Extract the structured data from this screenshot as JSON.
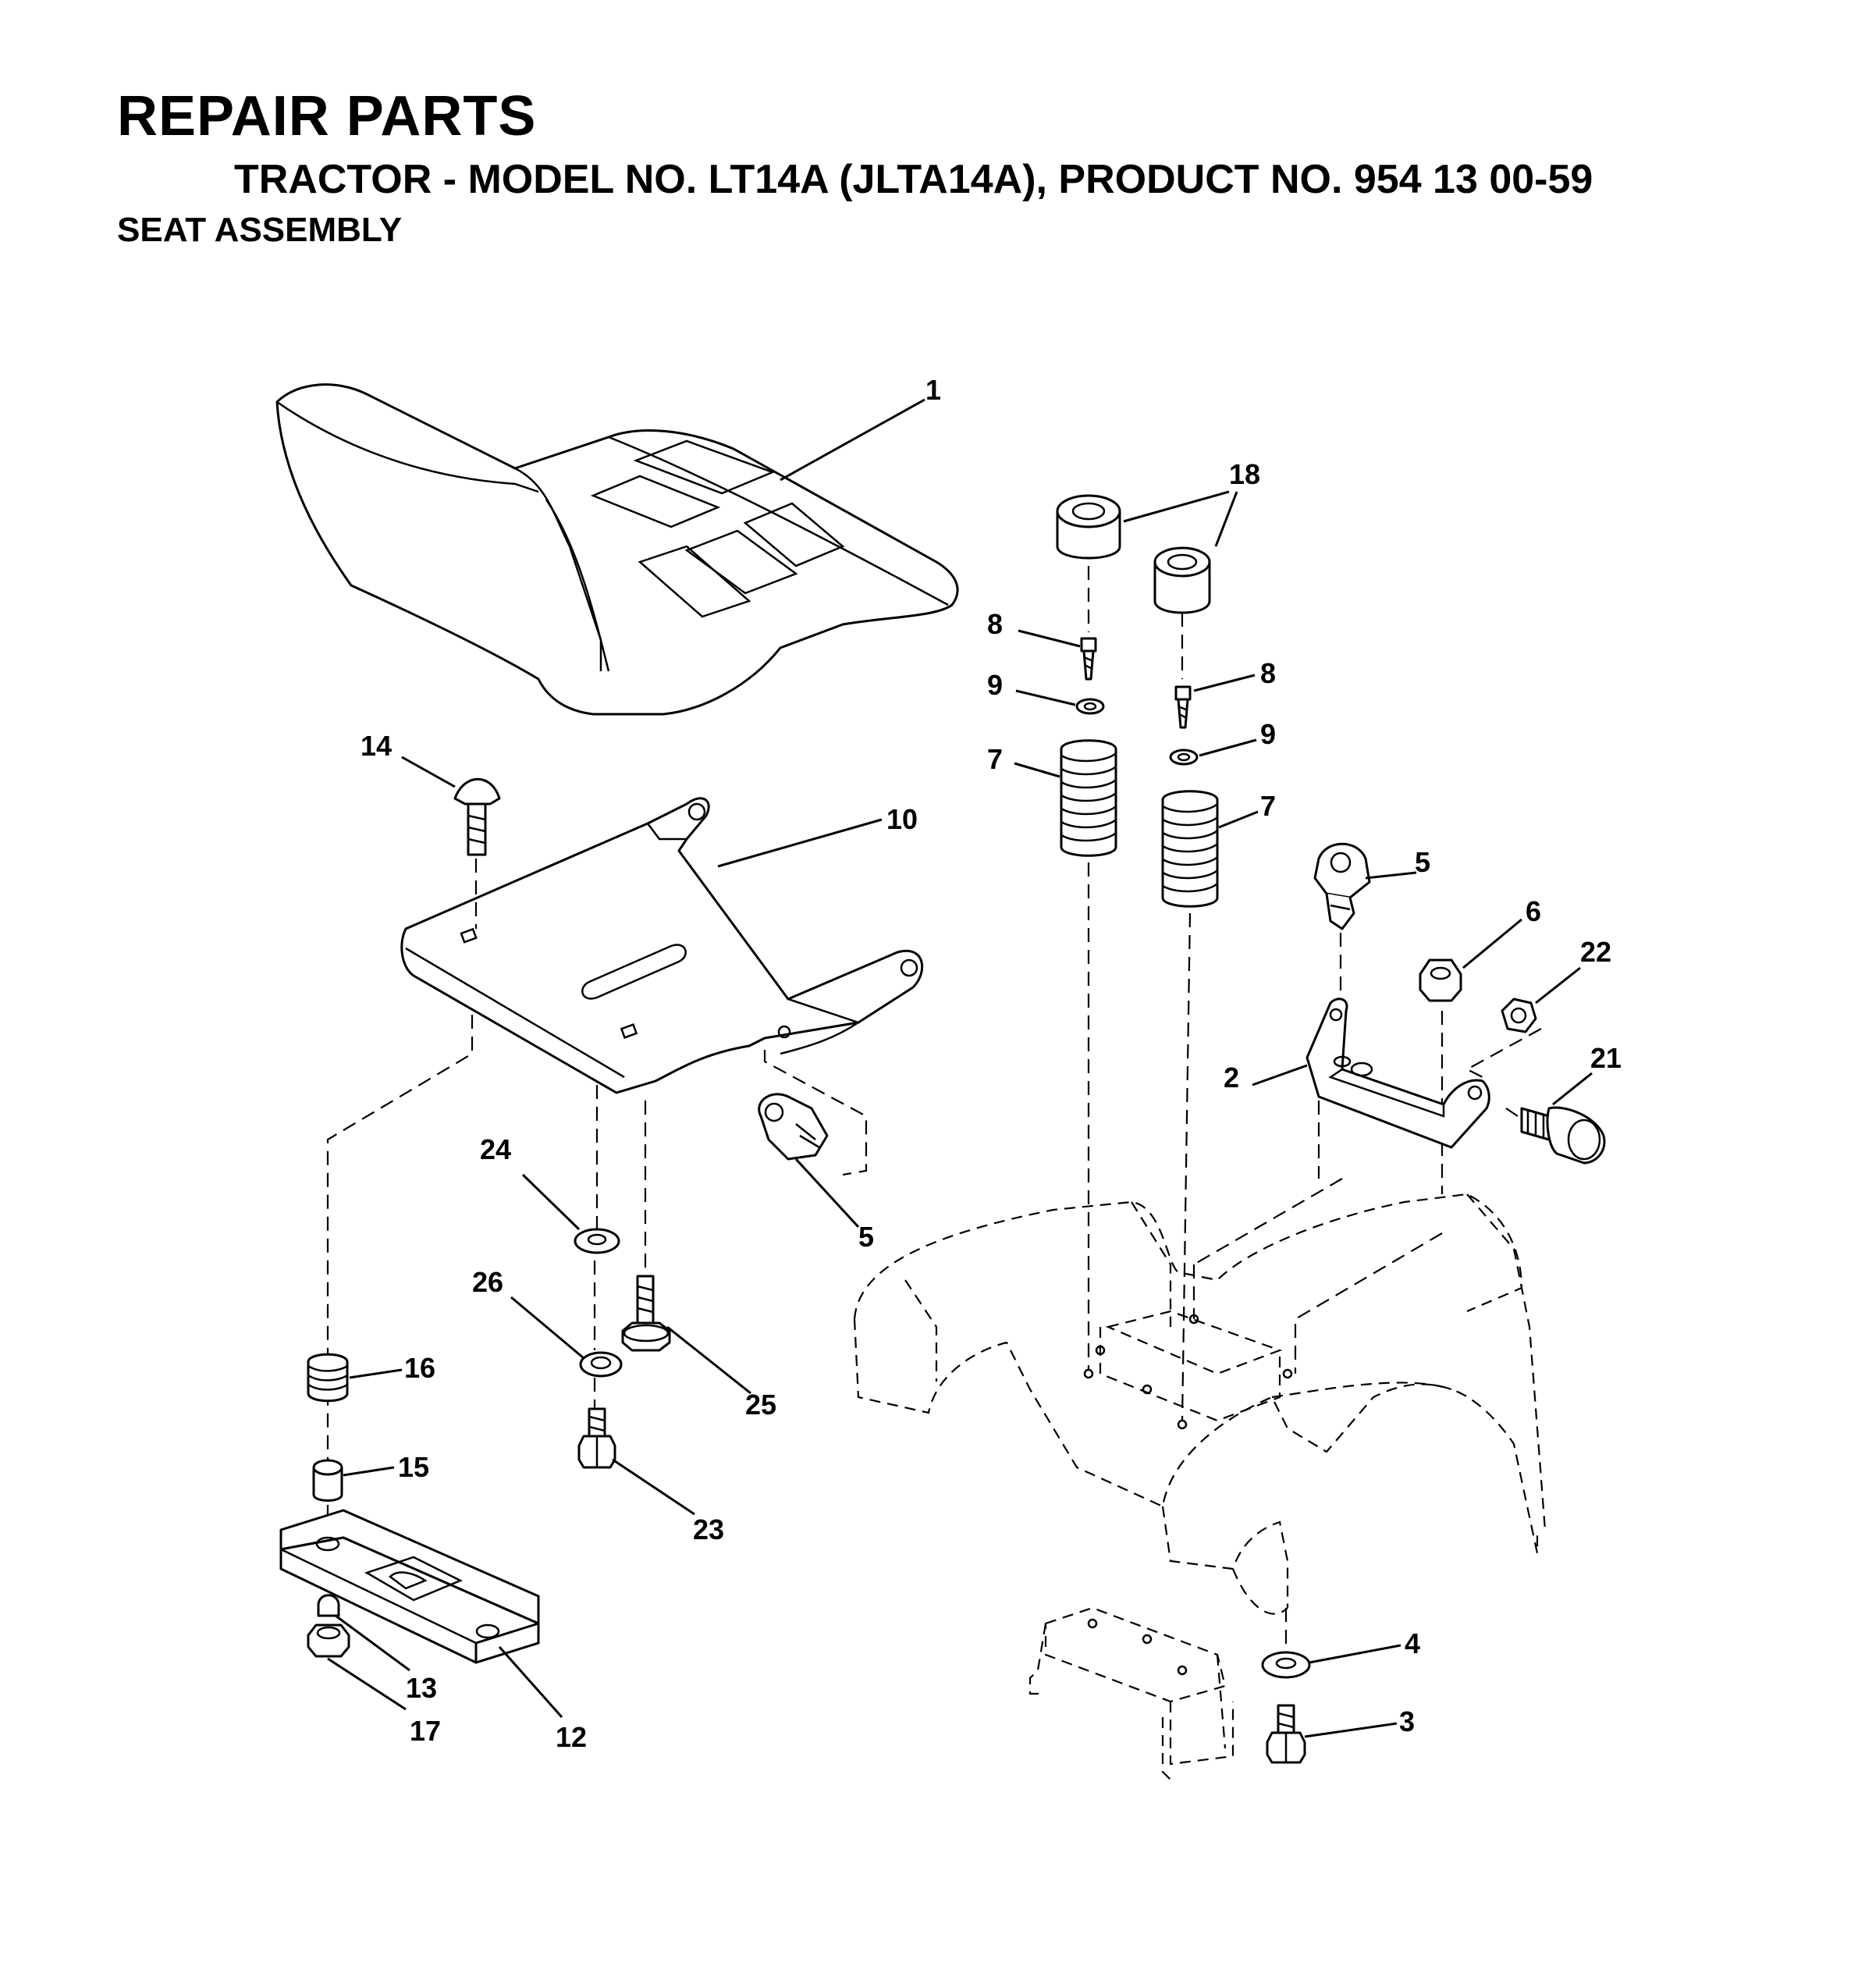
{
  "header": {
    "title": "REPAIR PARTS",
    "subtitle": "TRACTOR - MODEL NO. LT14A (JLTA14A), PRODUCT NO. 954 13 00-59",
    "section": "SEAT ASSEMBLY"
  },
  "callouts": {
    "p1": "1",
    "p2": "2",
    "p3": "3",
    "p4": "4",
    "p5a": "5",
    "p5b": "5",
    "p6": "6",
    "p7a": "7",
    "p7b": "7",
    "p8a": "8",
    "p8b": "8",
    "p9a": "9",
    "p9b": "9",
    "p10": "10",
    "p12": "12",
    "p13": "13",
    "p14": "14",
    "p15": "15",
    "p16": "16",
    "p17": "17",
    "p18": "18",
    "p21": "21",
    "p22": "22",
    "p23": "23",
    "p24": "24",
    "p25": "25",
    "p26": "26"
  }
}
